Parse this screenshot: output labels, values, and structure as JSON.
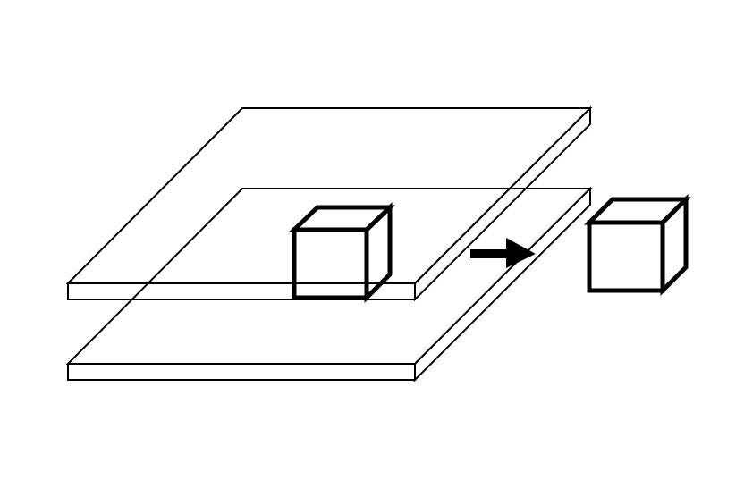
{
  "diagram": {
    "elements": [
      {
        "name": "upper-plate",
        "kind": "thin-slab"
      },
      {
        "name": "lower-plate",
        "kind": "thin-slab"
      },
      {
        "name": "cube-on-plate",
        "kind": "cube"
      },
      {
        "name": "arrow",
        "kind": "arrow",
        "direction": "right"
      },
      {
        "name": "cube-outside",
        "kind": "cube"
      }
    ],
    "colors": {
      "background": "#ffffff",
      "stroke": "#000000",
      "fill": "#ffffff",
      "arrow": "#000000"
    }
  }
}
